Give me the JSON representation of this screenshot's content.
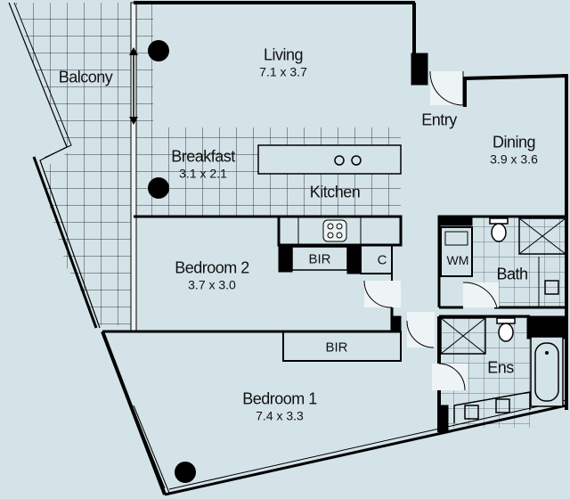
{
  "rooms": {
    "balcony": {
      "name": "Balcony"
    },
    "living": {
      "name": "Living",
      "size": "7.1 x 3.7"
    },
    "breakfast": {
      "name": "Breakfast",
      "size": "3.1 x 2.1"
    },
    "kitchen": {
      "name": "Kitchen"
    },
    "entry": {
      "name": "Entry"
    },
    "dining": {
      "name": "Dining",
      "size": "3.9 x 3.6"
    },
    "bedroom2": {
      "name": "Bedroom 2",
      "size": "3.7 x 3.0"
    },
    "bedroom1": {
      "name": "Bedroom 1",
      "size": "7.4 x 3.3"
    },
    "bath": {
      "name": "Bath"
    },
    "ensuite": {
      "name": "Ens"
    }
  },
  "fixtures": {
    "bir_bed2": "BIR",
    "bir_bed1": "BIR",
    "cupboard": "C",
    "washing_machine": "WM"
  },
  "colors": {
    "background": "#d4e3e8",
    "wall": "#000000",
    "tile": "#555555"
  }
}
